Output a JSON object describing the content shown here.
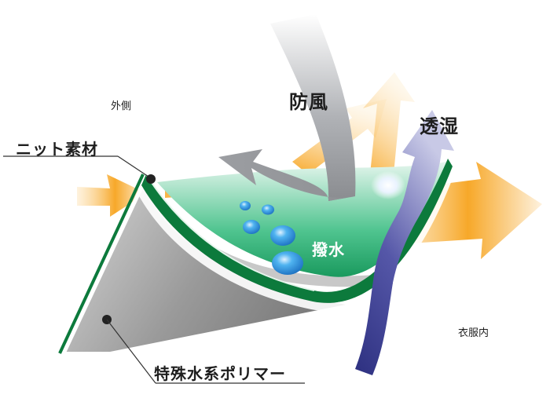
{
  "labels": {
    "outside": "外側",
    "knit_material": "ニット素材",
    "windproof": "防風",
    "breathable": "透湿",
    "water_repellent": "撥水",
    "inside": "衣服内",
    "polymer": "特殊水系ポリマー"
  },
  "colors": {
    "orange_arrow": "#f7a829",
    "gray_arrow": "#8e9094",
    "blue_arrow": "#3c3f8e",
    "green_layer": "#0c7a3c",
    "membrane_gray": "#a7a7a7",
    "water_drop": "#2a8fd9",
    "leader_line": "#333333"
  }
}
